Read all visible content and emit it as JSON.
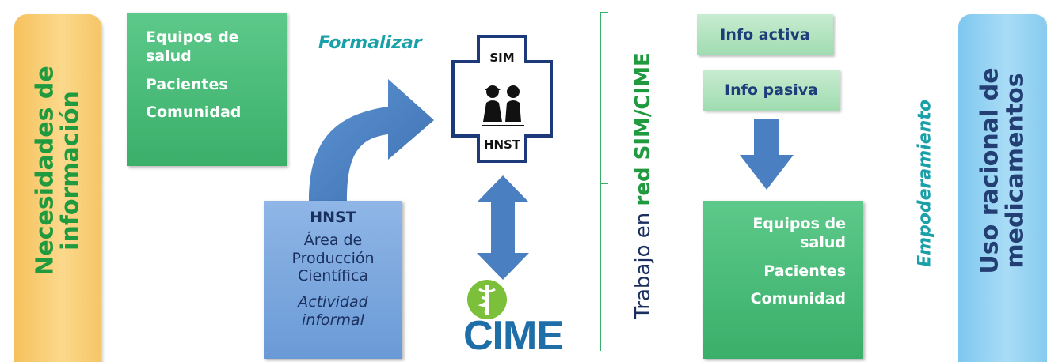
{
  "left_column": {
    "title_line1": "Necesidades de",
    "title_line2": "información"
  },
  "top_left_box": {
    "items": [
      "Equipos de salud",
      "Pacientes",
      "Comunidad"
    ]
  },
  "formalizar": "Formalizar",
  "sim_cross": {
    "top_label": "SIM",
    "bottom_label": "HNST"
  },
  "hnst_box": {
    "title": "HNST",
    "line1": "Área de",
    "line2": "Producción",
    "line3": "Científica",
    "italic1": "Actividad",
    "italic2": "informal"
  },
  "cime_logo": {
    "text": "CIME"
  },
  "trabajo": {
    "prefix": "Trabajo en ",
    "bold": "red SIM/CIME"
  },
  "info_activa": "Info activa",
  "info_pasiva": "Info pasiva",
  "bottom_right_box": {
    "items": [
      "Equipos de salud",
      "Pacientes",
      "Comunidad"
    ]
  },
  "empoderamiento": "Empoderamiento",
  "right_column": {
    "title_line1": "Uso racional de",
    "title_line2": "medicamentos"
  },
  "colors": {
    "green": "#3aaf6a",
    "orange": "#f6c15c",
    "blue_column": "#7ec7ef",
    "arrow_blue": "#4a7fc1",
    "teal_text": "#1aa0a8",
    "navy": "#1a2f5e"
  }
}
